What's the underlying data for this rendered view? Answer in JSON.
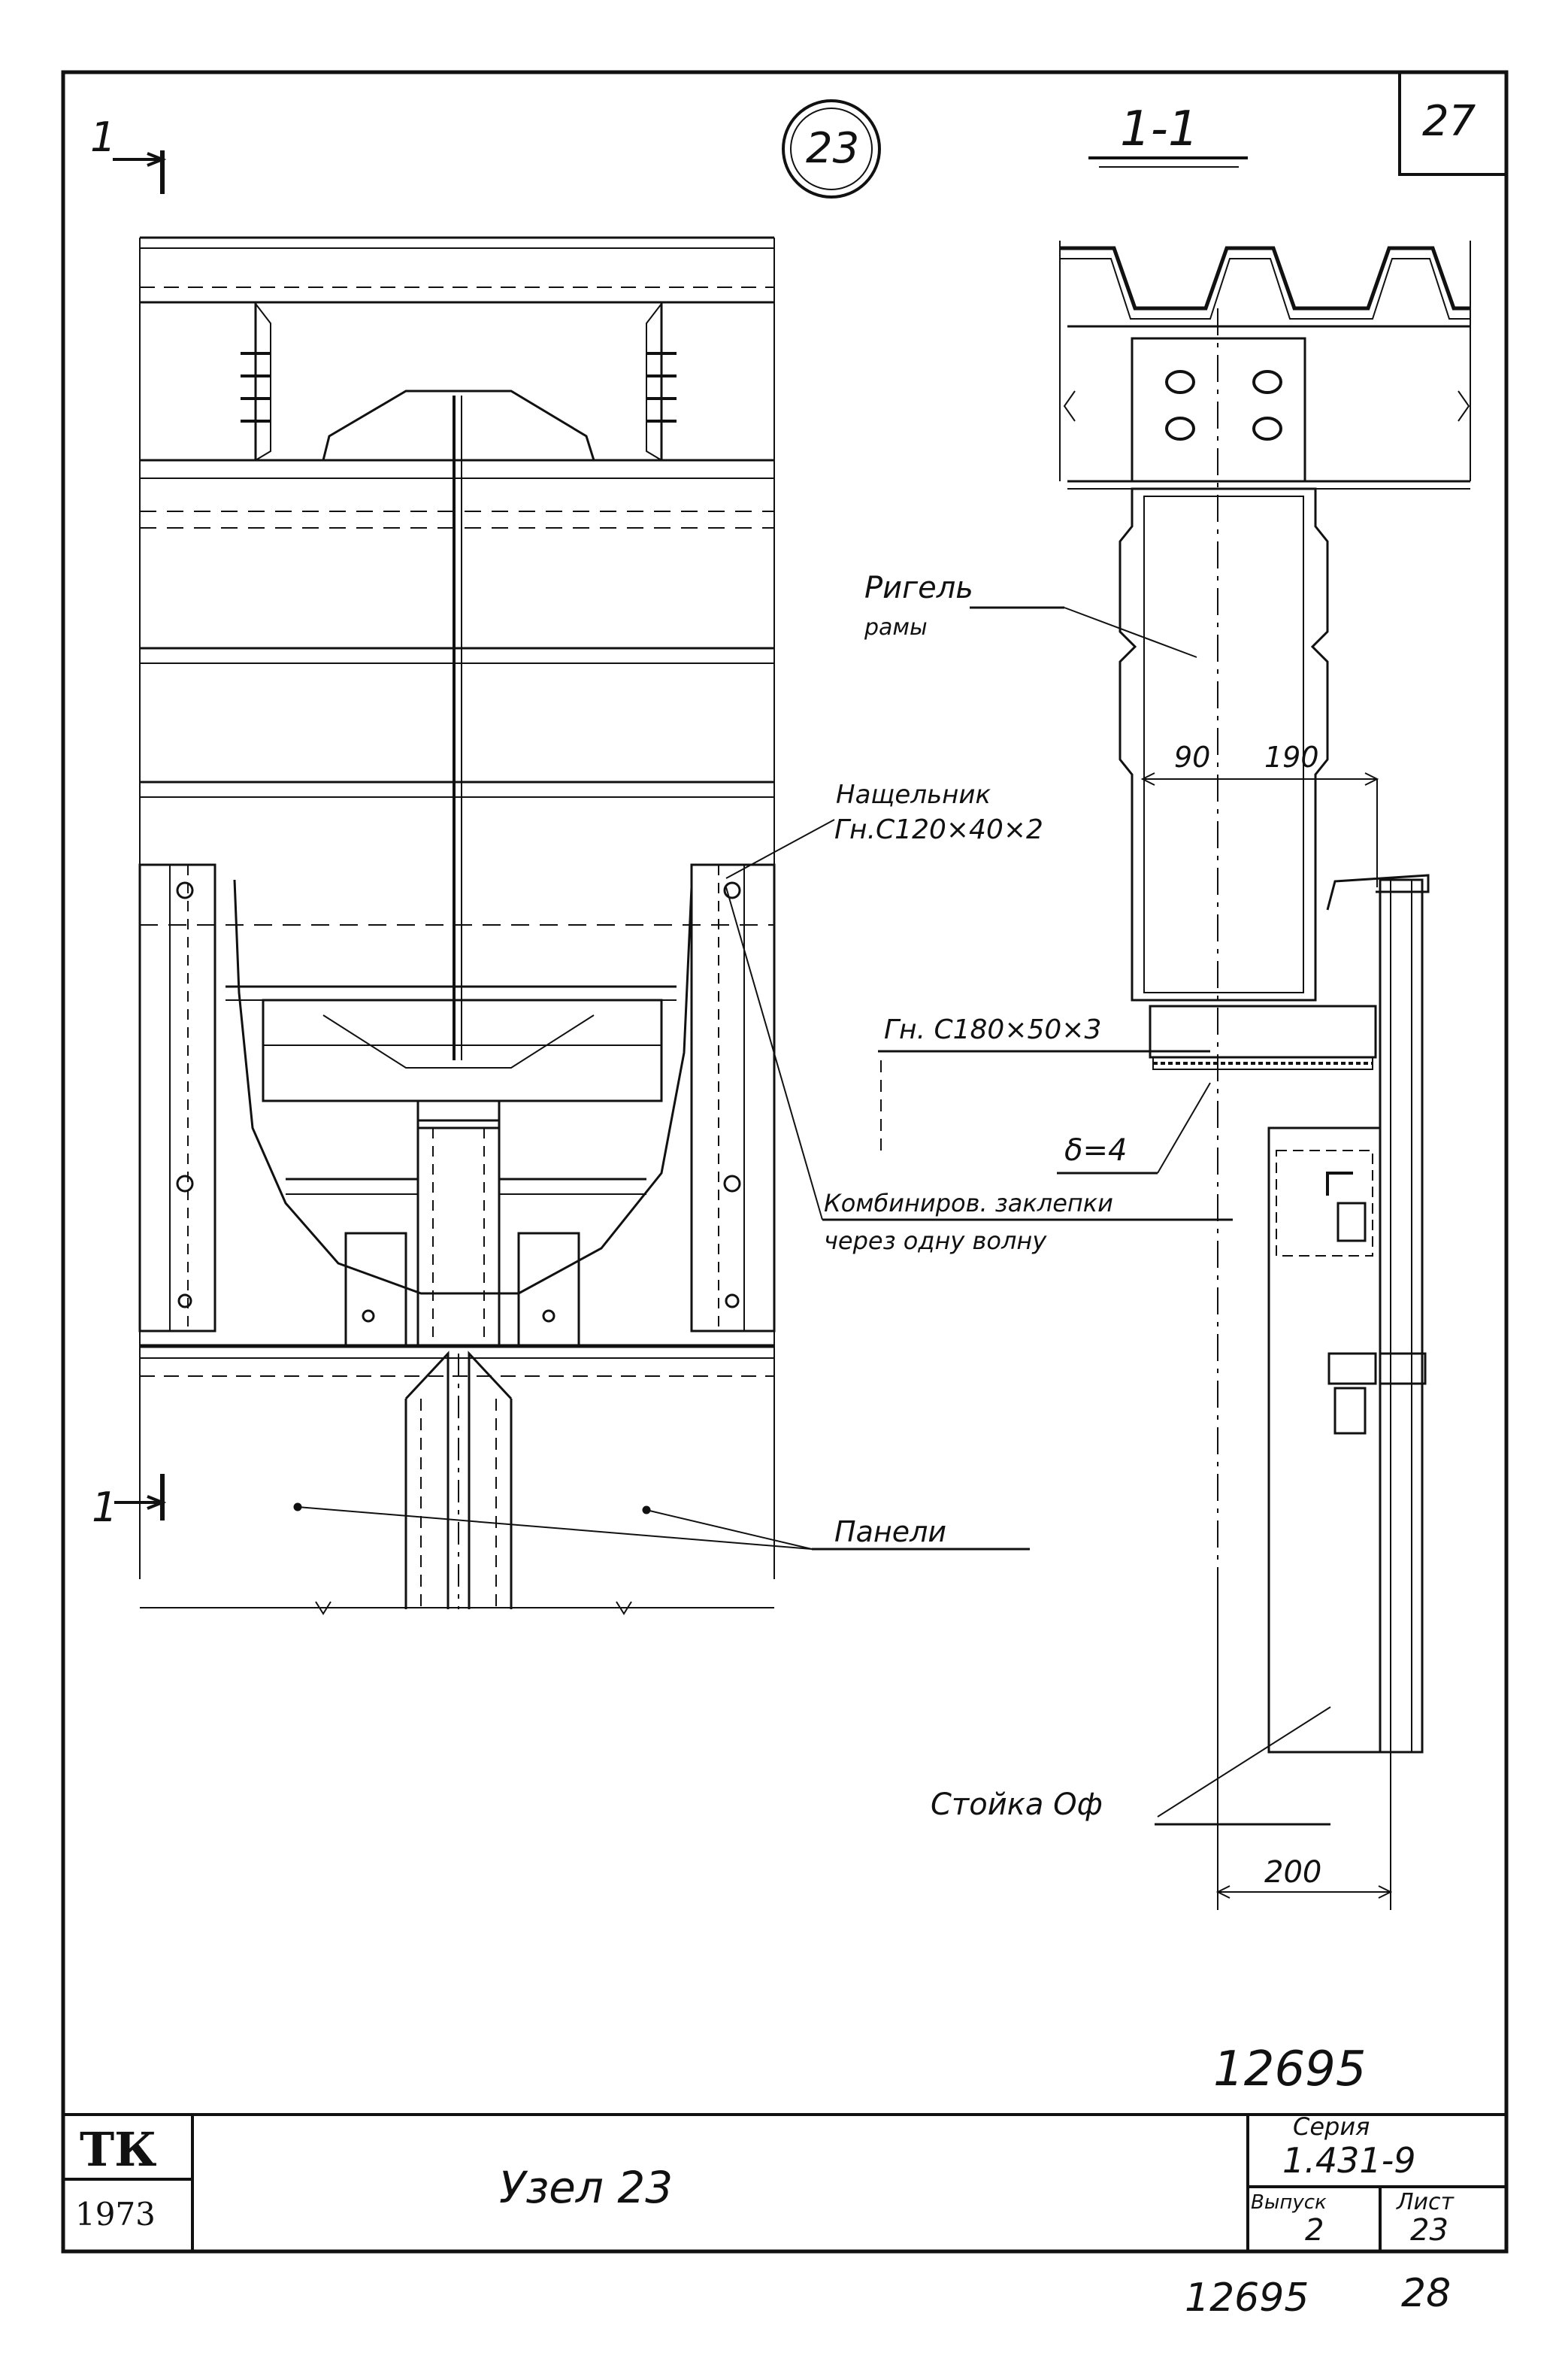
{
  "sheet": {
    "corner_number": "27",
    "node_circle": "23",
    "section_title": "1-1",
    "section_mark_left": "1",
    "section_mark_right": "1"
  },
  "labels": {
    "rigel_line1": "Ригель",
    "rigel_line2": "рамы",
    "dim_90": "90",
    "dim_190": "190",
    "nashchelnik_line1": "Нащельник",
    "nashchelnik_line2": "Гн.С120×40×2",
    "channel_180": "Гн. С180×50×3",
    "delta": "δ=4",
    "rivets_line1": "Комбиниров. заклепки",
    "rivets_line2": "через одну волну",
    "panels": "Панели",
    "post": "Стойка Оф",
    "dim_200": "200",
    "handwritten_number": "12695"
  },
  "title_block": {
    "org": "ТК",
    "year": "1973",
    "title": "Узел 23",
    "series_label": "Серия",
    "series_value": "1.431-9",
    "issue_label": "Выпуск",
    "sheet_label": "Лист",
    "issue_value": "2",
    "sheet_value": "23"
  },
  "footer": {
    "number": "12695",
    "page": "28"
  }
}
